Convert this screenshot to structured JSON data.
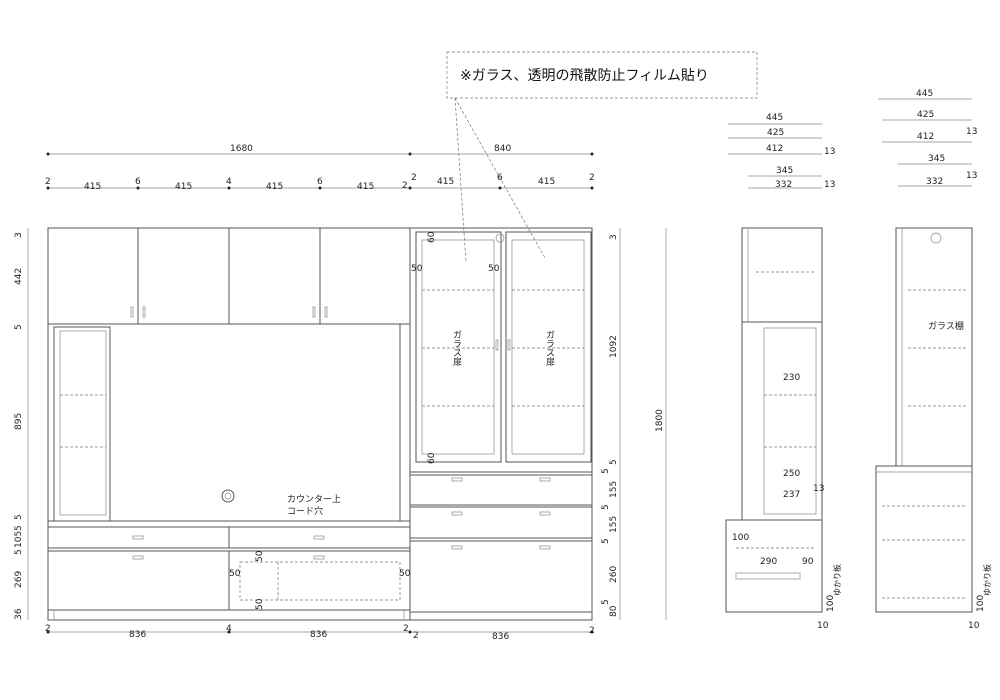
{
  "note": "※ガラス、透明の飛散防止フィルム貼り",
  "front_overall": {
    "left_width": "1680",
    "right_width": "840",
    "top_gaps": [
      "2",
      "6",
      "4",
      "6",
      "2",
      "2",
      "6",
      "2"
    ],
    "top_widths": [
      "415",
      "415",
      "415",
      "415",
      "415",
      "415"
    ],
    "bottom_gaps": [
      "2",
      "4",
      "2",
      "2",
      "2"
    ],
    "bottom_widths": [
      "836",
      "836",
      "836"
    ]
  },
  "left_heights": [
    "3",
    "442",
    "5",
    "895",
    "5",
    "5",
    "105",
    "5",
    "269",
    "36"
  ],
  "right_heights": [
    "3",
    "1092",
    "5",
    "5",
    "155",
    "5",
    "155",
    "5",
    "260",
    "5",
    "80"
  ],
  "total_height": "1800",
  "glass_labels": [
    "ガラス扉",
    "ガラス扉"
  ],
  "glass_dims": [
    "60",
    "50",
    "50",
    "50",
    "60"
  ],
  "counter_label": [
    "カウンター上",
    "コード穴"
  ],
  "opening_dims": [
    "50",
    "50",
    "50",
    "50"
  ],
  "side_left": {
    "top_dims": [
      "445",
      "425",
      "412",
      "13",
      "345",
      "332",
      "13"
    ],
    "inner_dims": [
      "230",
      "250",
      "237",
      "13"
    ],
    "lower_dims": [
      "100",
      "290",
      "90",
      "100",
      "10"
    ],
    "side_note": "ゆかり板"
  },
  "side_right": {
    "top_dims": [
      "445",
      "425",
      "412",
      "13",
      "345",
      "332",
      "13"
    ],
    "shelf_label": "ガラス棚",
    "lower_dims": [
      "100",
      "10"
    ],
    "side_note": "ゆかり板"
  }
}
